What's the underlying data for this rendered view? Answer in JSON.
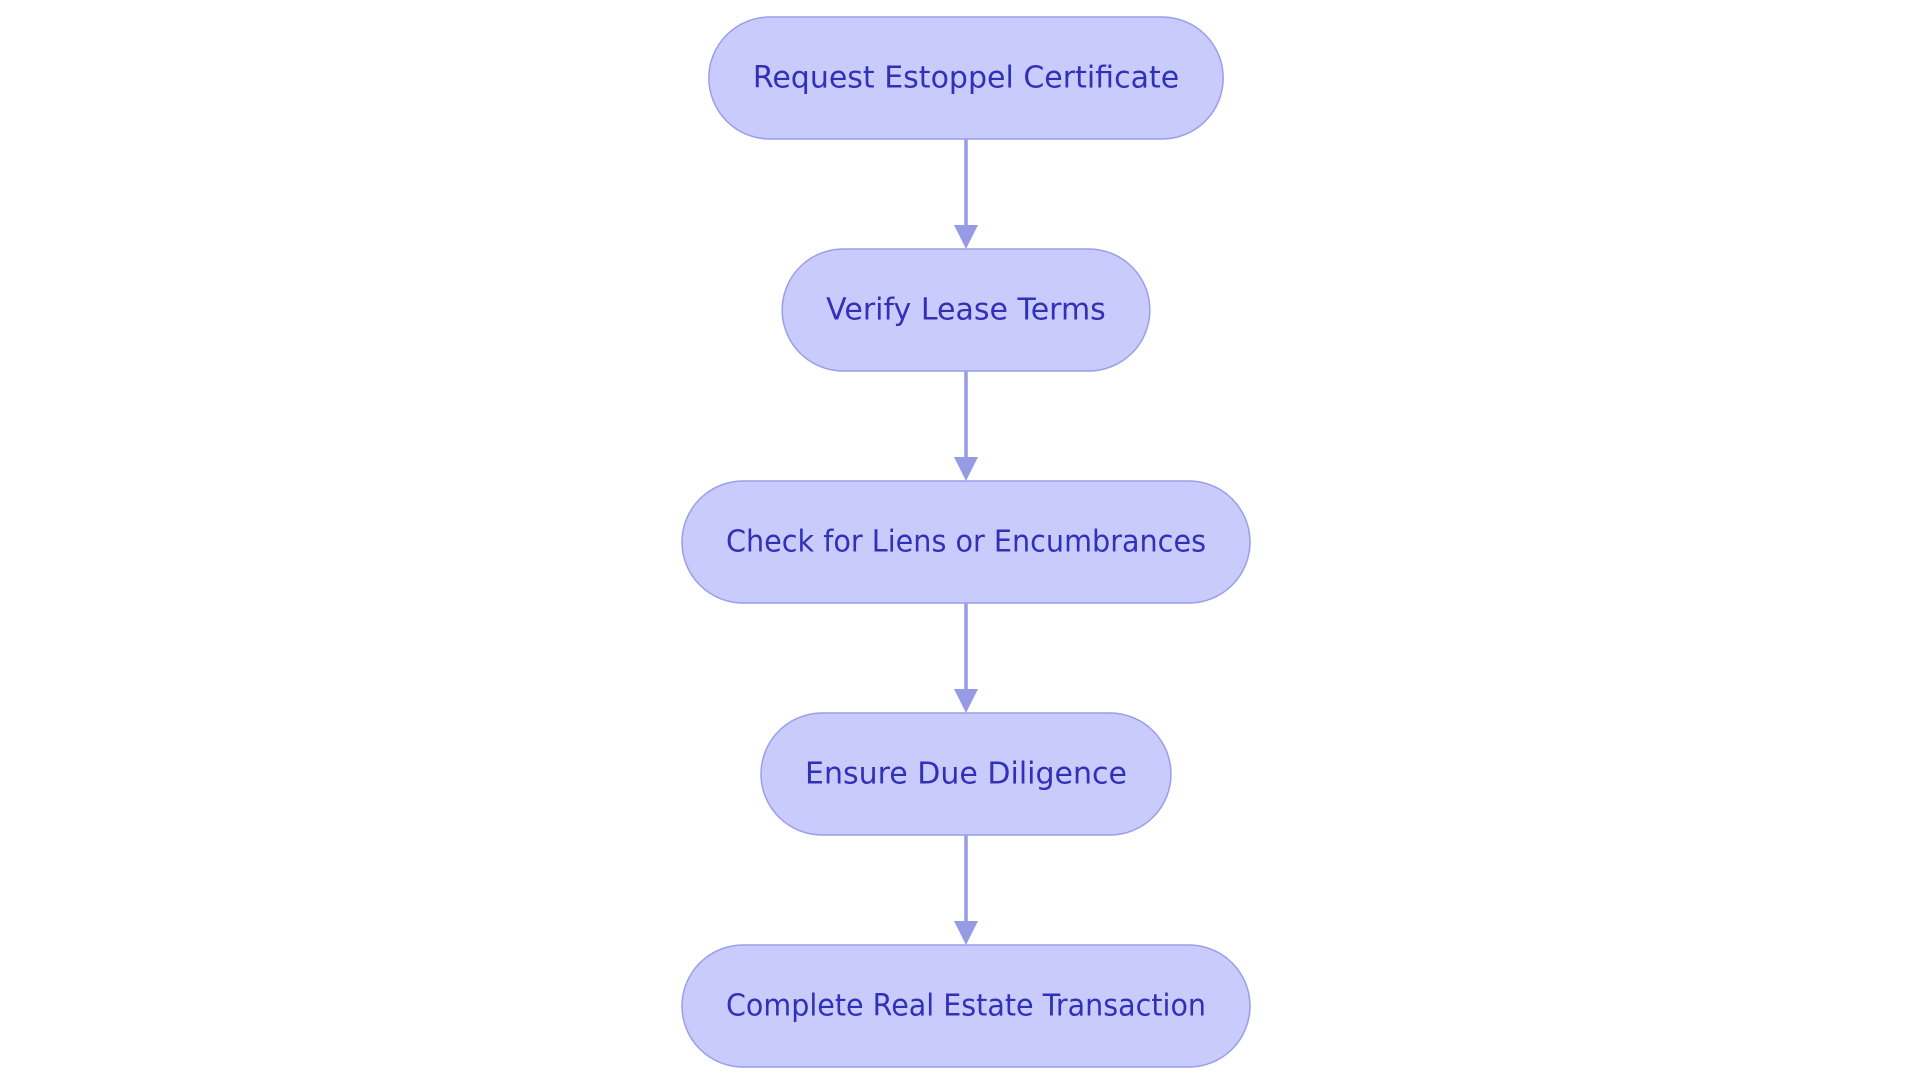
{
  "diagram": {
    "type": "flowchart",
    "direction": "top-to-bottom",
    "colors": {
      "node_fill": "#c9cbfd",
      "node_stroke": "#9a9ee9",
      "node_text": "#3131b8",
      "edge": "#979be6"
    },
    "nodes": [
      {
        "id": "request",
        "label": "Request Estoppel Certificate"
      },
      {
        "id": "verify",
        "label": "Verify Lease Terms"
      },
      {
        "id": "check",
        "label": "Check for Liens or Encumbrances"
      },
      {
        "id": "ensure",
        "label": "Ensure Due Diligence"
      },
      {
        "id": "complete",
        "label": "Complete Real Estate Transaction"
      }
    ],
    "edges": [
      {
        "from": "request",
        "to": "verify"
      },
      {
        "from": "verify",
        "to": "check"
      },
      {
        "from": "check",
        "to": "ensure"
      },
      {
        "from": "ensure",
        "to": "complete"
      }
    ]
  }
}
